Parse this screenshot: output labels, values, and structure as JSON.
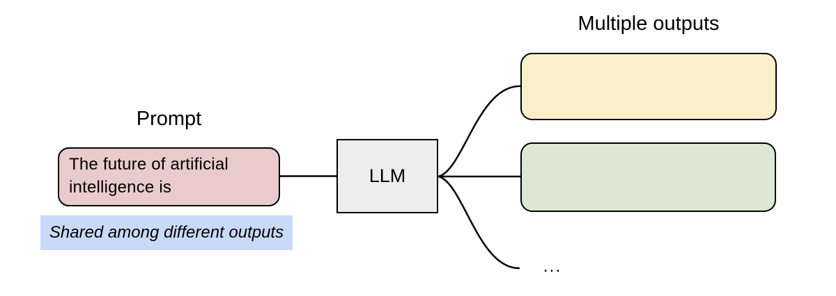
{
  "labels": {
    "prompt": "Prompt",
    "outputs": "Multiple outputs"
  },
  "prompt": {
    "text": "The future of artificial intelligence is",
    "note": "Shared among different outputs"
  },
  "llm": {
    "label": "LLM"
  },
  "outputs": {
    "box1_text": "",
    "box2_text": "",
    "ellipsis": "..."
  },
  "colors": {
    "prompt_fill": "#e9cbcb",
    "note_fill": "#c9daf8",
    "llm_fill": "#ededed",
    "output1_fill": "#f9efcb",
    "output2_fill": "#dce8d4",
    "stroke": "#000000",
    "text": "#000000"
  }
}
